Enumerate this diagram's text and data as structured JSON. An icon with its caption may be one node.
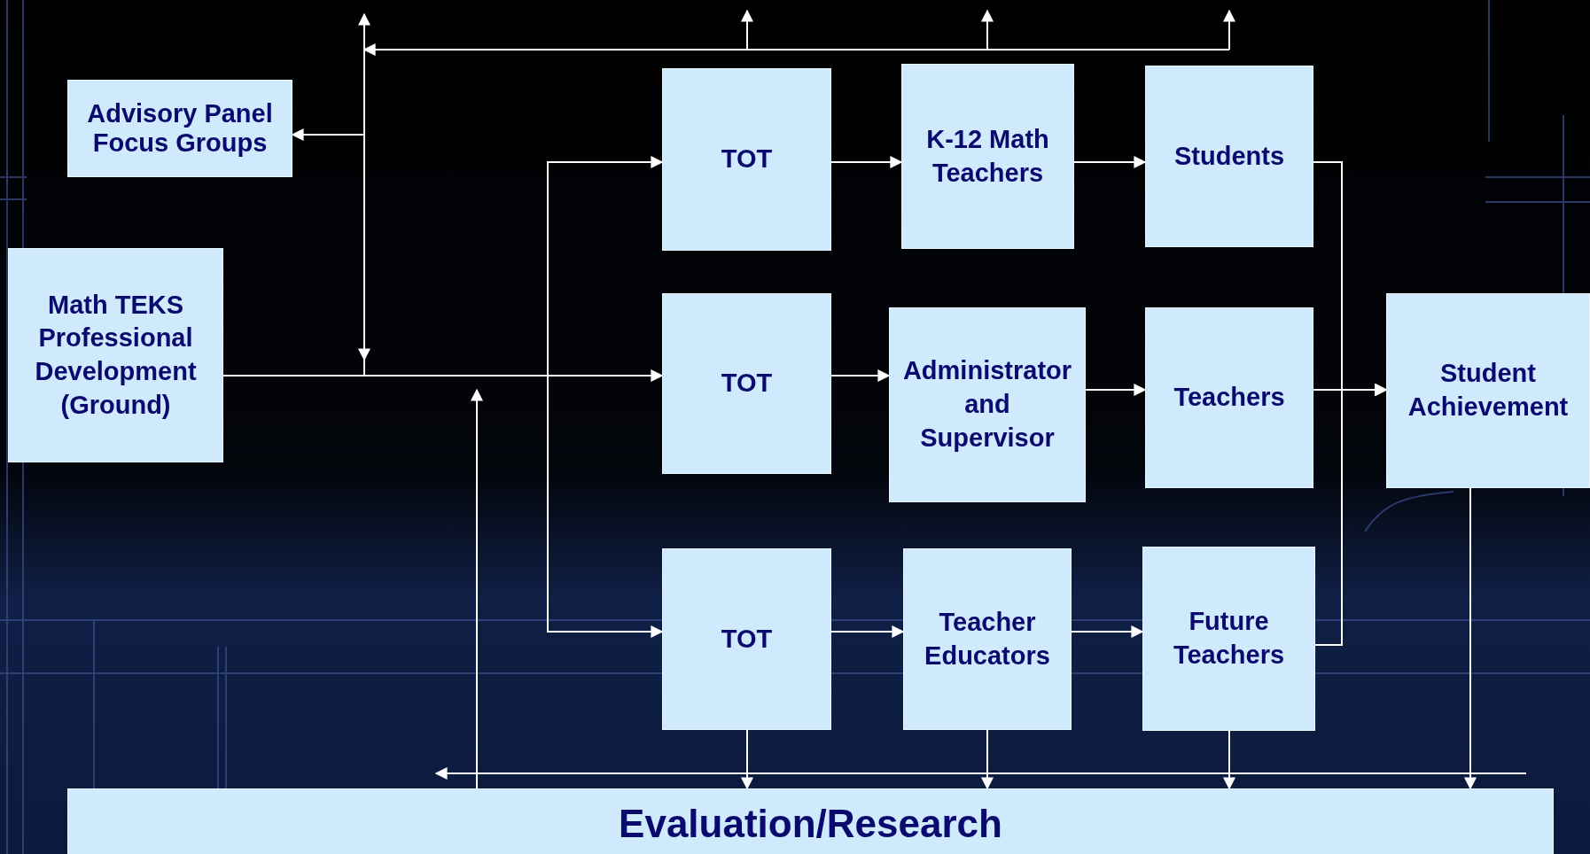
{
  "diagram": {
    "nodes": [
      {
        "text": [
          "Advisory Panel Focus Groups"
        ]
      },
      {
        "text": [
          "Math TEKS Professional Development (Ground)"
        ]
      },
      {
        "text": [
          "TOT"
        ]
      },
      {
        "text": [
          "K-12 Math Teachers"
        ]
      },
      {
        "text": [
          "Students"
        ]
      },
      {
        "text": [
          "TOT"
        ]
      },
      {
        "text": [
          "Administrator and Supervisor"
        ]
      },
      {
        "text": [
          "Teachers"
        ]
      },
      {
        "text": [
          "Student Achievement"
        ]
      },
      {
        "text": [
          "TOT"
        ]
      },
      {
        "text": [
          "Teacher Educators"
        ]
      },
      {
        "text": [
          "Future Teachers"
        ]
      },
      {
        "text": [
          "Evaluation/Research"
        ]
      }
    ],
    "edges": [
      {
        "from": 1,
        "to": 5,
        "arrow": "to"
      },
      {
        "from": 1,
        "to": 2,
        "arrow": "to"
      },
      {
        "from": 1,
        "to": 9,
        "arrow": "to"
      },
      {
        "from": 1,
        "to": 0,
        "arrow": "to"
      },
      {
        "from": 2,
        "to": 3,
        "arrow": "to"
      },
      {
        "from": 3,
        "to": 4,
        "arrow": "to"
      },
      {
        "from": 5,
        "to": 6,
        "arrow": "to"
      },
      {
        "from": 6,
        "to": 7,
        "arrow": "to"
      },
      {
        "from": 9,
        "to": 10,
        "arrow": "to"
      },
      {
        "from": 10,
        "to": 11,
        "arrow": "to"
      },
      {
        "from": 4,
        "to": 8,
        "arrow": "to"
      },
      {
        "from": 7,
        "to": 8,
        "arrow": "to"
      },
      {
        "from": 11,
        "to": 8,
        "arrow": "to"
      },
      {
        "from": 9,
        "to": 12,
        "arrow": "to"
      },
      {
        "from": 10,
        "to": 12,
        "arrow": "to"
      },
      {
        "from": 11,
        "to": 12,
        "arrow": "to"
      },
      {
        "from": 8,
        "to": 12,
        "arrow": "to"
      },
      {
        "from": 12,
        "to": null,
        "arrow": "to"
      }
    ]
  }
}
